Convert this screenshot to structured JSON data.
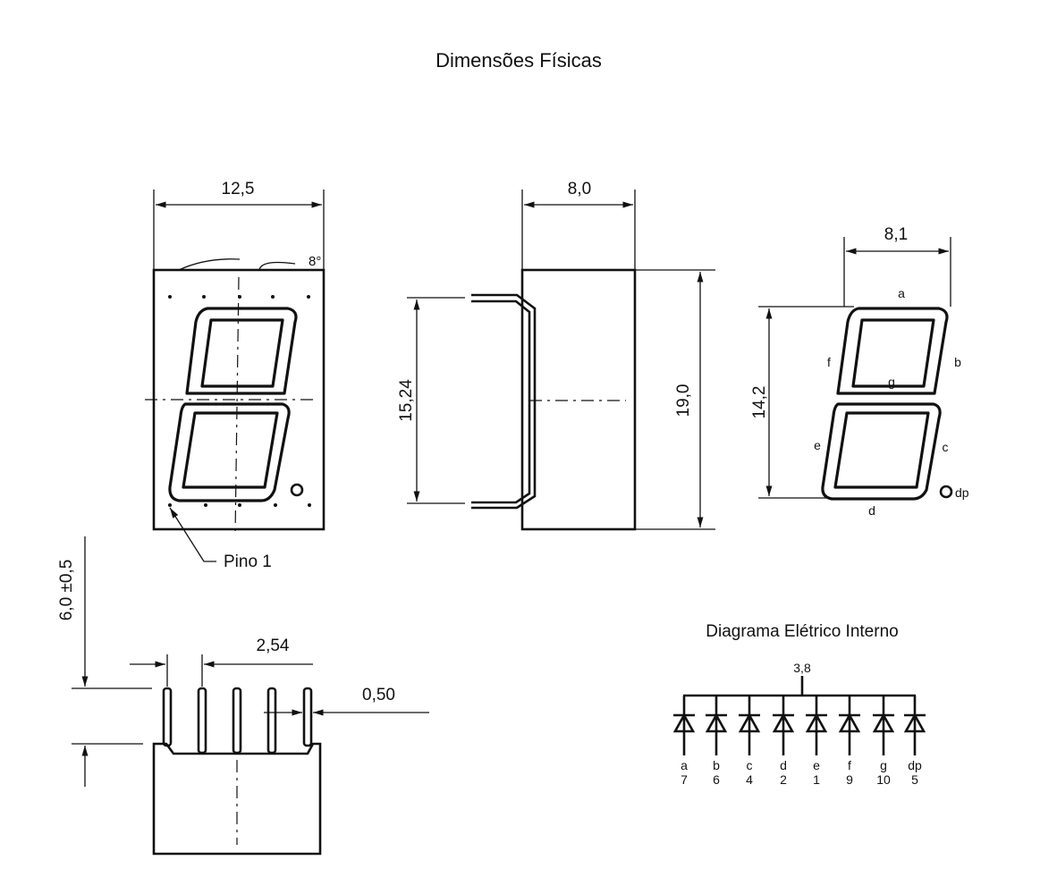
{
  "title": "Dimensões Físicas",
  "front_view": {
    "width_label": "12,5",
    "angle_label": "8°",
    "pin1_label": "Pino 1"
  },
  "side_view": {
    "depth_label": "8,0",
    "pin_spacing_label": "15,24",
    "height_label": "19,0"
  },
  "segment_view": {
    "width_label": "8,1",
    "height_label": "14,2",
    "segments": {
      "a": "a",
      "b": "b",
      "c": "c",
      "d": "d",
      "e": "e",
      "f": "f",
      "g": "g",
      "dp": "dp"
    }
  },
  "pin_view": {
    "pin_length_label": "6,0 ±0,5",
    "pitch_label": "2,54",
    "pin_width_label": "0,50"
  },
  "electrical": {
    "title": "Diagrama Elétrico Interno",
    "common_pins": "3,8",
    "diodes": [
      {
        "segment": "a",
        "pin": "7"
      },
      {
        "segment": "b",
        "pin": "6"
      },
      {
        "segment": "c",
        "pin": "4"
      },
      {
        "segment": "d",
        "pin": "2"
      },
      {
        "segment": "e",
        "pin": "1"
      },
      {
        "segment": "f",
        "pin": "9"
      },
      {
        "segment": "g",
        "pin": "10"
      },
      {
        "segment": "dp",
        "pin": "5"
      }
    ]
  }
}
